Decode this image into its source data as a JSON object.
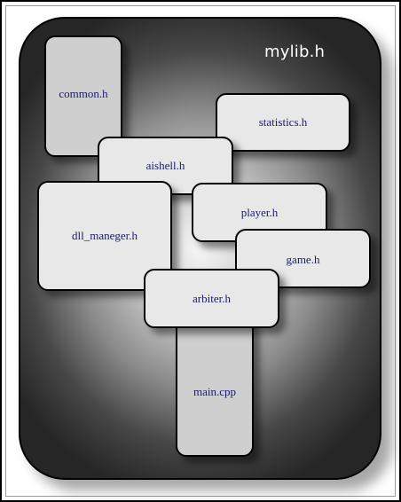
{
  "diagram": {
    "title": "mylib.h",
    "modules": {
      "common": "common.h",
      "statistics": "statistics.h",
      "aishell": "aishell.h",
      "dll_maneger": "dll_maneger.h",
      "player": "player.h",
      "game": "game.h",
      "arbiter": "arbiter.h",
      "main": "main.cpp"
    }
  }
}
